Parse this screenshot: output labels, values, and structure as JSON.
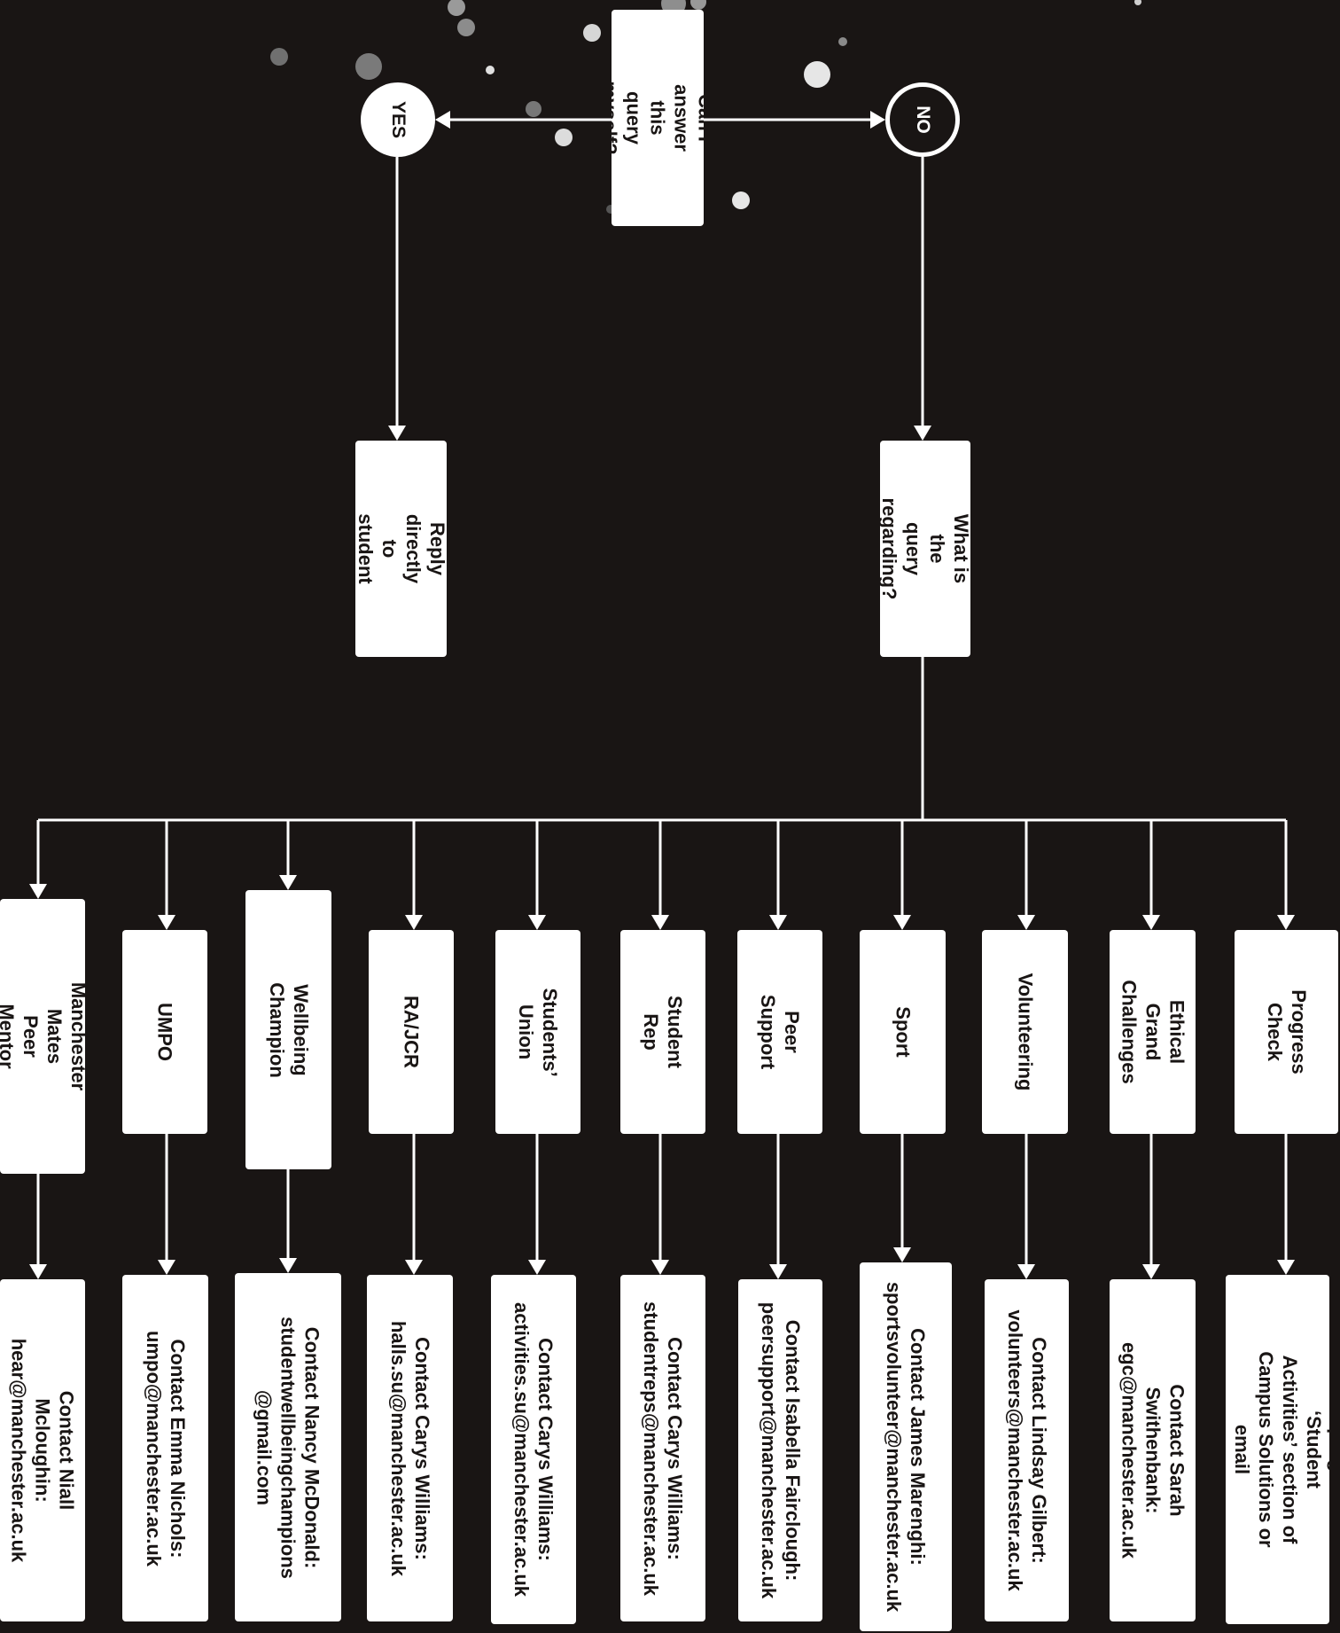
{
  "start": {
    "question": "Can I answer\nthis query myself?"
  },
  "yes_branch": {
    "label": "YES",
    "action": "Reply directly\nto student"
  },
  "no_branch": {
    "label": "NO",
    "question": "What is the\nquery regarding?"
  },
  "categories": [
    {
      "topic": "Progress\nCheck",
      "action": "Check progress in ‘Student\nActivities’ section of\nCampus Solutions or email\nstellify@manchester.ac.uk"
    },
    {
      "topic": "Ethical Grand\nChallenges",
      "action": "Contact Sarah Swithenbank:\negc@manchester.ac.uk"
    },
    {
      "topic": "Volunteering",
      "action": "Contact Lindsay Gilbert:\nvolunteers@manchester.ac.uk"
    },
    {
      "topic": "Sport",
      "action": "Contact James Marenghi:\nsportsvolunteer@manchester.ac.uk"
    },
    {
      "topic": "Peer Support",
      "action": "Contact Isabella Fairclough:\npeersupport@manchester.ac.uk"
    },
    {
      "topic": "Student Rep",
      "action": "Contact Carys Williams:\nstudentreps@manchester.ac.uk"
    },
    {
      "topic": "Students’ Union",
      "action": "Contact Carys Williams:\nactivities.su@manchester.ac.uk"
    },
    {
      "topic": "RA/JCR",
      "action": "Contact Carys Williams:\nhalls.su@manchester.ac.uk"
    },
    {
      "topic": "Wellbeing Champion",
      "action": "Contact Nancy McDonald:\nstudentwellbeingchampions\n@gmail.com"
    },
    {
      "topic": "UMPO",
      "action": "Contact Emma Nichols:\numpo@manchester.ac.uk"
    },
    {
      "topic": "Manchester Mates\nPeer Mentor",
      "action": "Contact Niall Mcloughin:\nhear@manchester.ac.uk"
    }
  ]
}
